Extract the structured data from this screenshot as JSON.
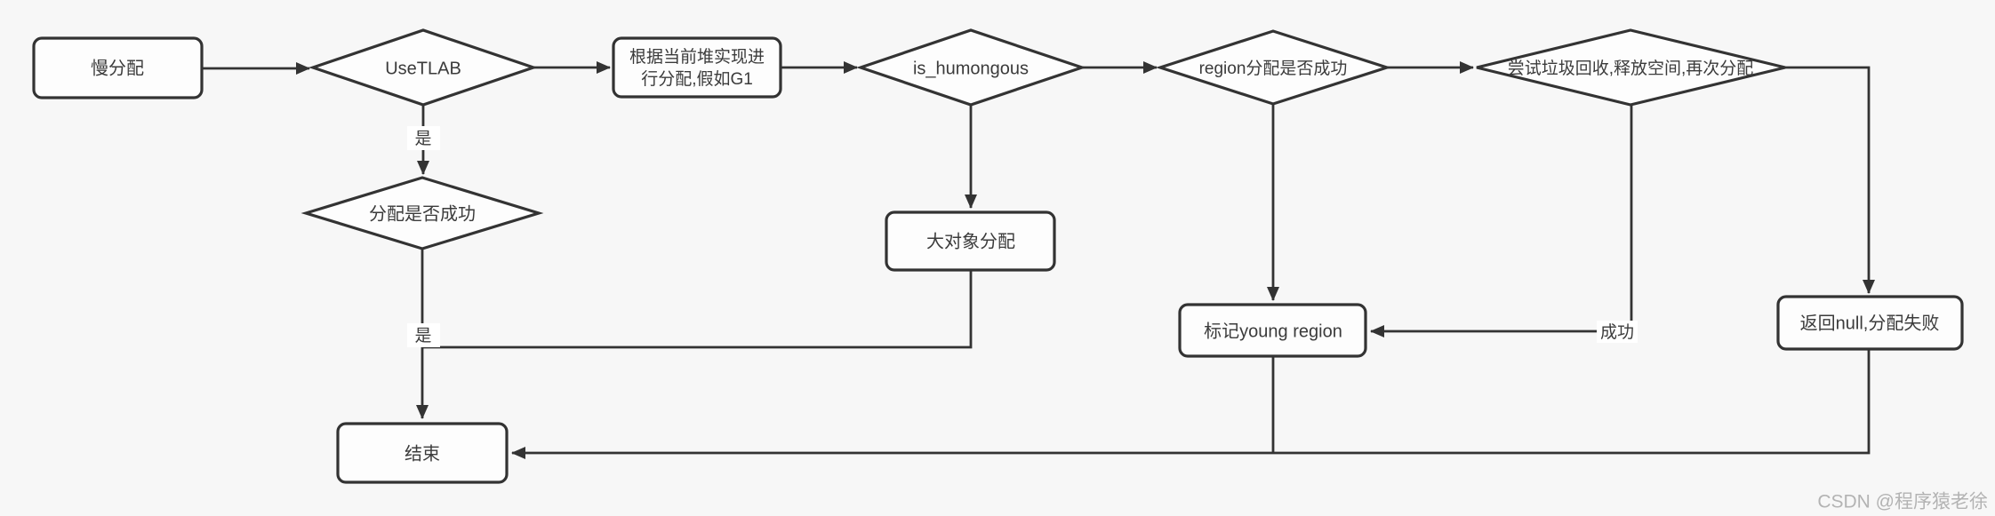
{
  "canvas": {
    "background": "#f7f7f7",
    "shape_fill": "#fdfdfd",
    "stroke_color": "#333333",
    "text_color": "#3b3b3b",
    "watermark_color": "#b3b3b3"
  },
  "nodes": {
    "slow_alloc": {
      "label": "慢分配",
      "shape": "rect"
    },
    "use_tlab": {
      "label": "UseTLAB",
      "shape": "diamond"
    },
    "heap_impl": {
      "line1": "根据当前堆实现进",
      "line2": "行分配,假如G1",
      "shape": "rect"
    },
    "is_humongous": {
      "label": "is_humongous",
      "shape": "diamond"
    },
    "region_alloc": {
      "label": "region分配是否成功",
      "shape": "diamond"
    },
    "gc_retry": {
      "label": "尝试垃圾回收,释放空间,再次分配",
      "shape": "diamond"
    },
    "alloc_success": {
      "label": "分配是否成功",
      "shape": "diamond"
    },
    "big_object": {
      "label": "大对象分配",
      "shape": "rect"
    },
    "mark_young": {
      "label": "标记young region",
      "shape": "rect"
    },
    "return_null": {
      "label": "返回null,分配失败",
      "shape": "rect"
    },
    "end": {
      "label": "结束",
      "shape": "rect"
    }
  },
  "edge_labels": {
    "use_tlab_yes": "是",
    "alloc_success_yes": "是",
    "gc_success": "成功"
  },
  "watermark": {
    "text": "CSDN @程序猿老徐"
  }
}
